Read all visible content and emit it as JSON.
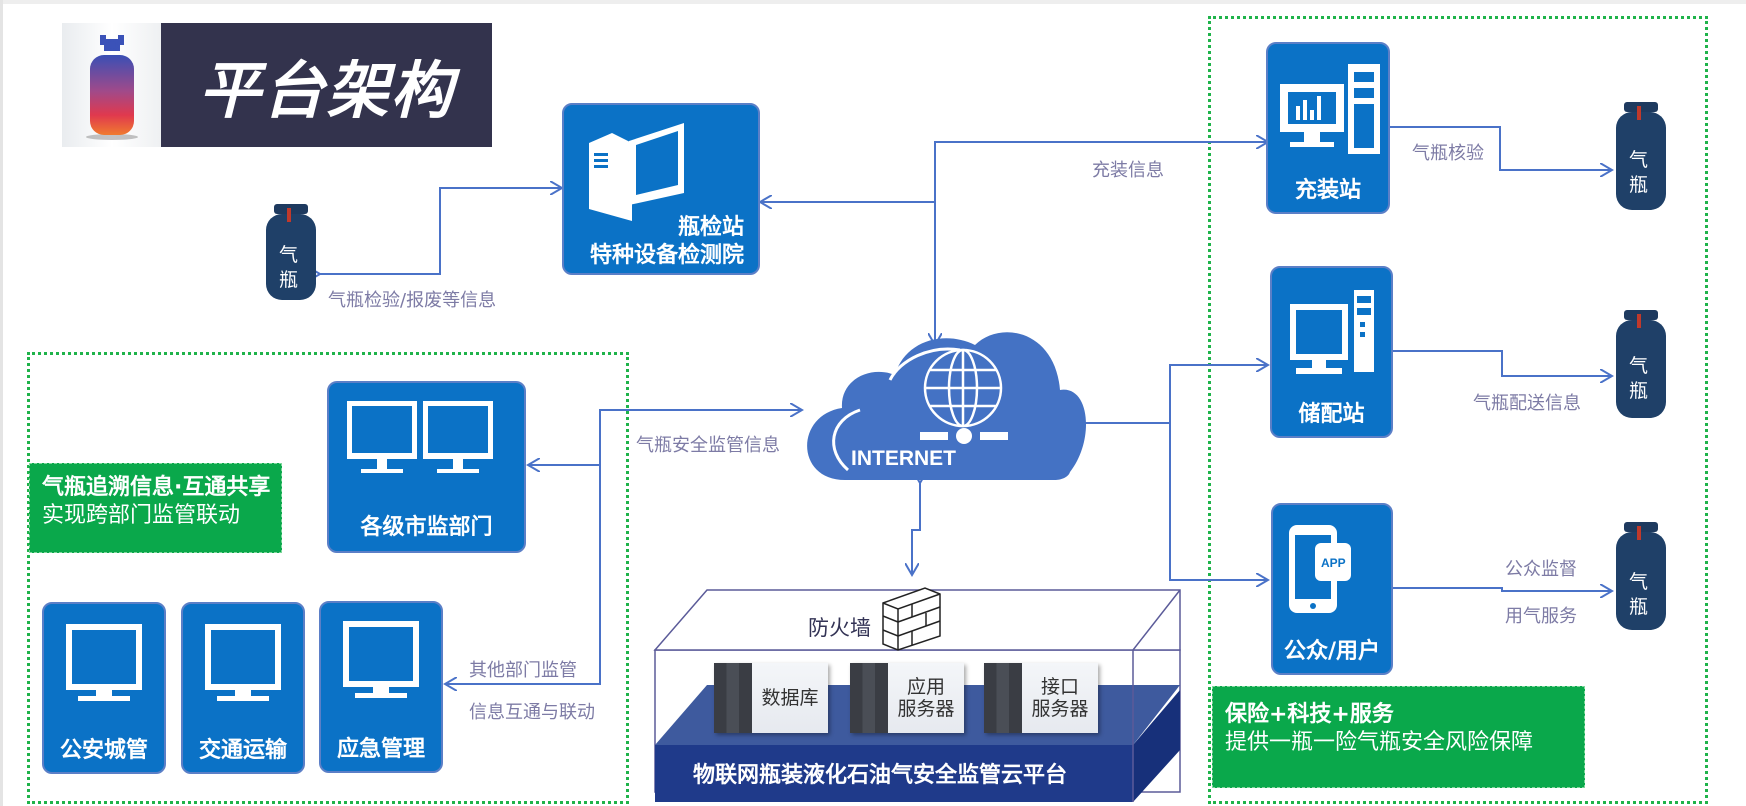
{
  "title": {
    "text": "平台架构",
    "logo_icon": "gas-cylinder-gradient-icon"
  },
  "colors": {
    "node_blue": "#0b72c6",
    "connector_blue": "#4a72c8",
    "cloud_blue": "#4472c4",
    "group_green": "#1fb34a",
    "note_green": "#0aa84b",
    "title_bg": "#33334d",
    "flow_text": "#7d7ba5",
    "platform_navy": "#1f3a8a"
  },
  "nodes": {
    "inspection": {
      "line1": "瓶检站",
      "line2": "特种设备检测院",
      "icon": "desktop-tower-icon"
    },
    "filling": {
      "label": "充装站",
      "icon": "computer-chart-icon"
    },
    "storage": {
      "label": "储配站",
      "icon": "computer-icon"
    },
    "public": {
      "label": "公众/用户",
      "icon": "phone-app-icon",
      "badge": "APP"
    },
    "market_supervision": {
      "label": "各级市监部门",
      "icon": "dual-monitor-icon"
    },
    "police": {
      "label": "公安城管",
      "icon": "monitor-icon"
    },
    "transport": {
      "label": "交通运输",
      "icon": "monitor-icon"
    },
    "emergency": {
      "label": "应急管理",
      "icon": "monitor-icon"
    }
  },
  "cylinders": {
    "label_top": "气",
    "label_bottom": "瓶"
  },
  "cloud": {
    "label": "INTERNET",
    "icon": "globe-icon"
  },
  "flows": {
    "inspection_info": "气瓶检验/报废等信息",
    "filling_info": "充装信息",
    "cylinder_verify": "气瓶核验",
    "delivery_info": "气瓶配送信息",
    "public_supervision": "公众监督",
    "gas_service": "用气服务",
    "safety_info": "气瓶安全监管信息",
    "other_dept_line1": "其他部门监管",
    "other_dept_line2": "信息互通与联动"
  },
  "notes": {
    "left": {
      "title": "气瓶追溯信息·互通共享",
      "subtitle": "实现跨部门监管联动"
    },
    "right": {
      "title": "保险+科技+服务",
      "subtitle": "提供一瓶一险气瓶安全风险保障"
    }
  },
  "platform": {
    "title": "物联网瓶装液化石油气安全监管云平台",
    "firewall": "防火墙",
    "servers": [
      {
        "line1": "数据库",
        "line2": ""
      },
      {
        "line1": "应用",
        "line2": "服务器"
      },
      {
        "line1": "接口",
        "line2": "服务器"
      }
    ]
  }
}
